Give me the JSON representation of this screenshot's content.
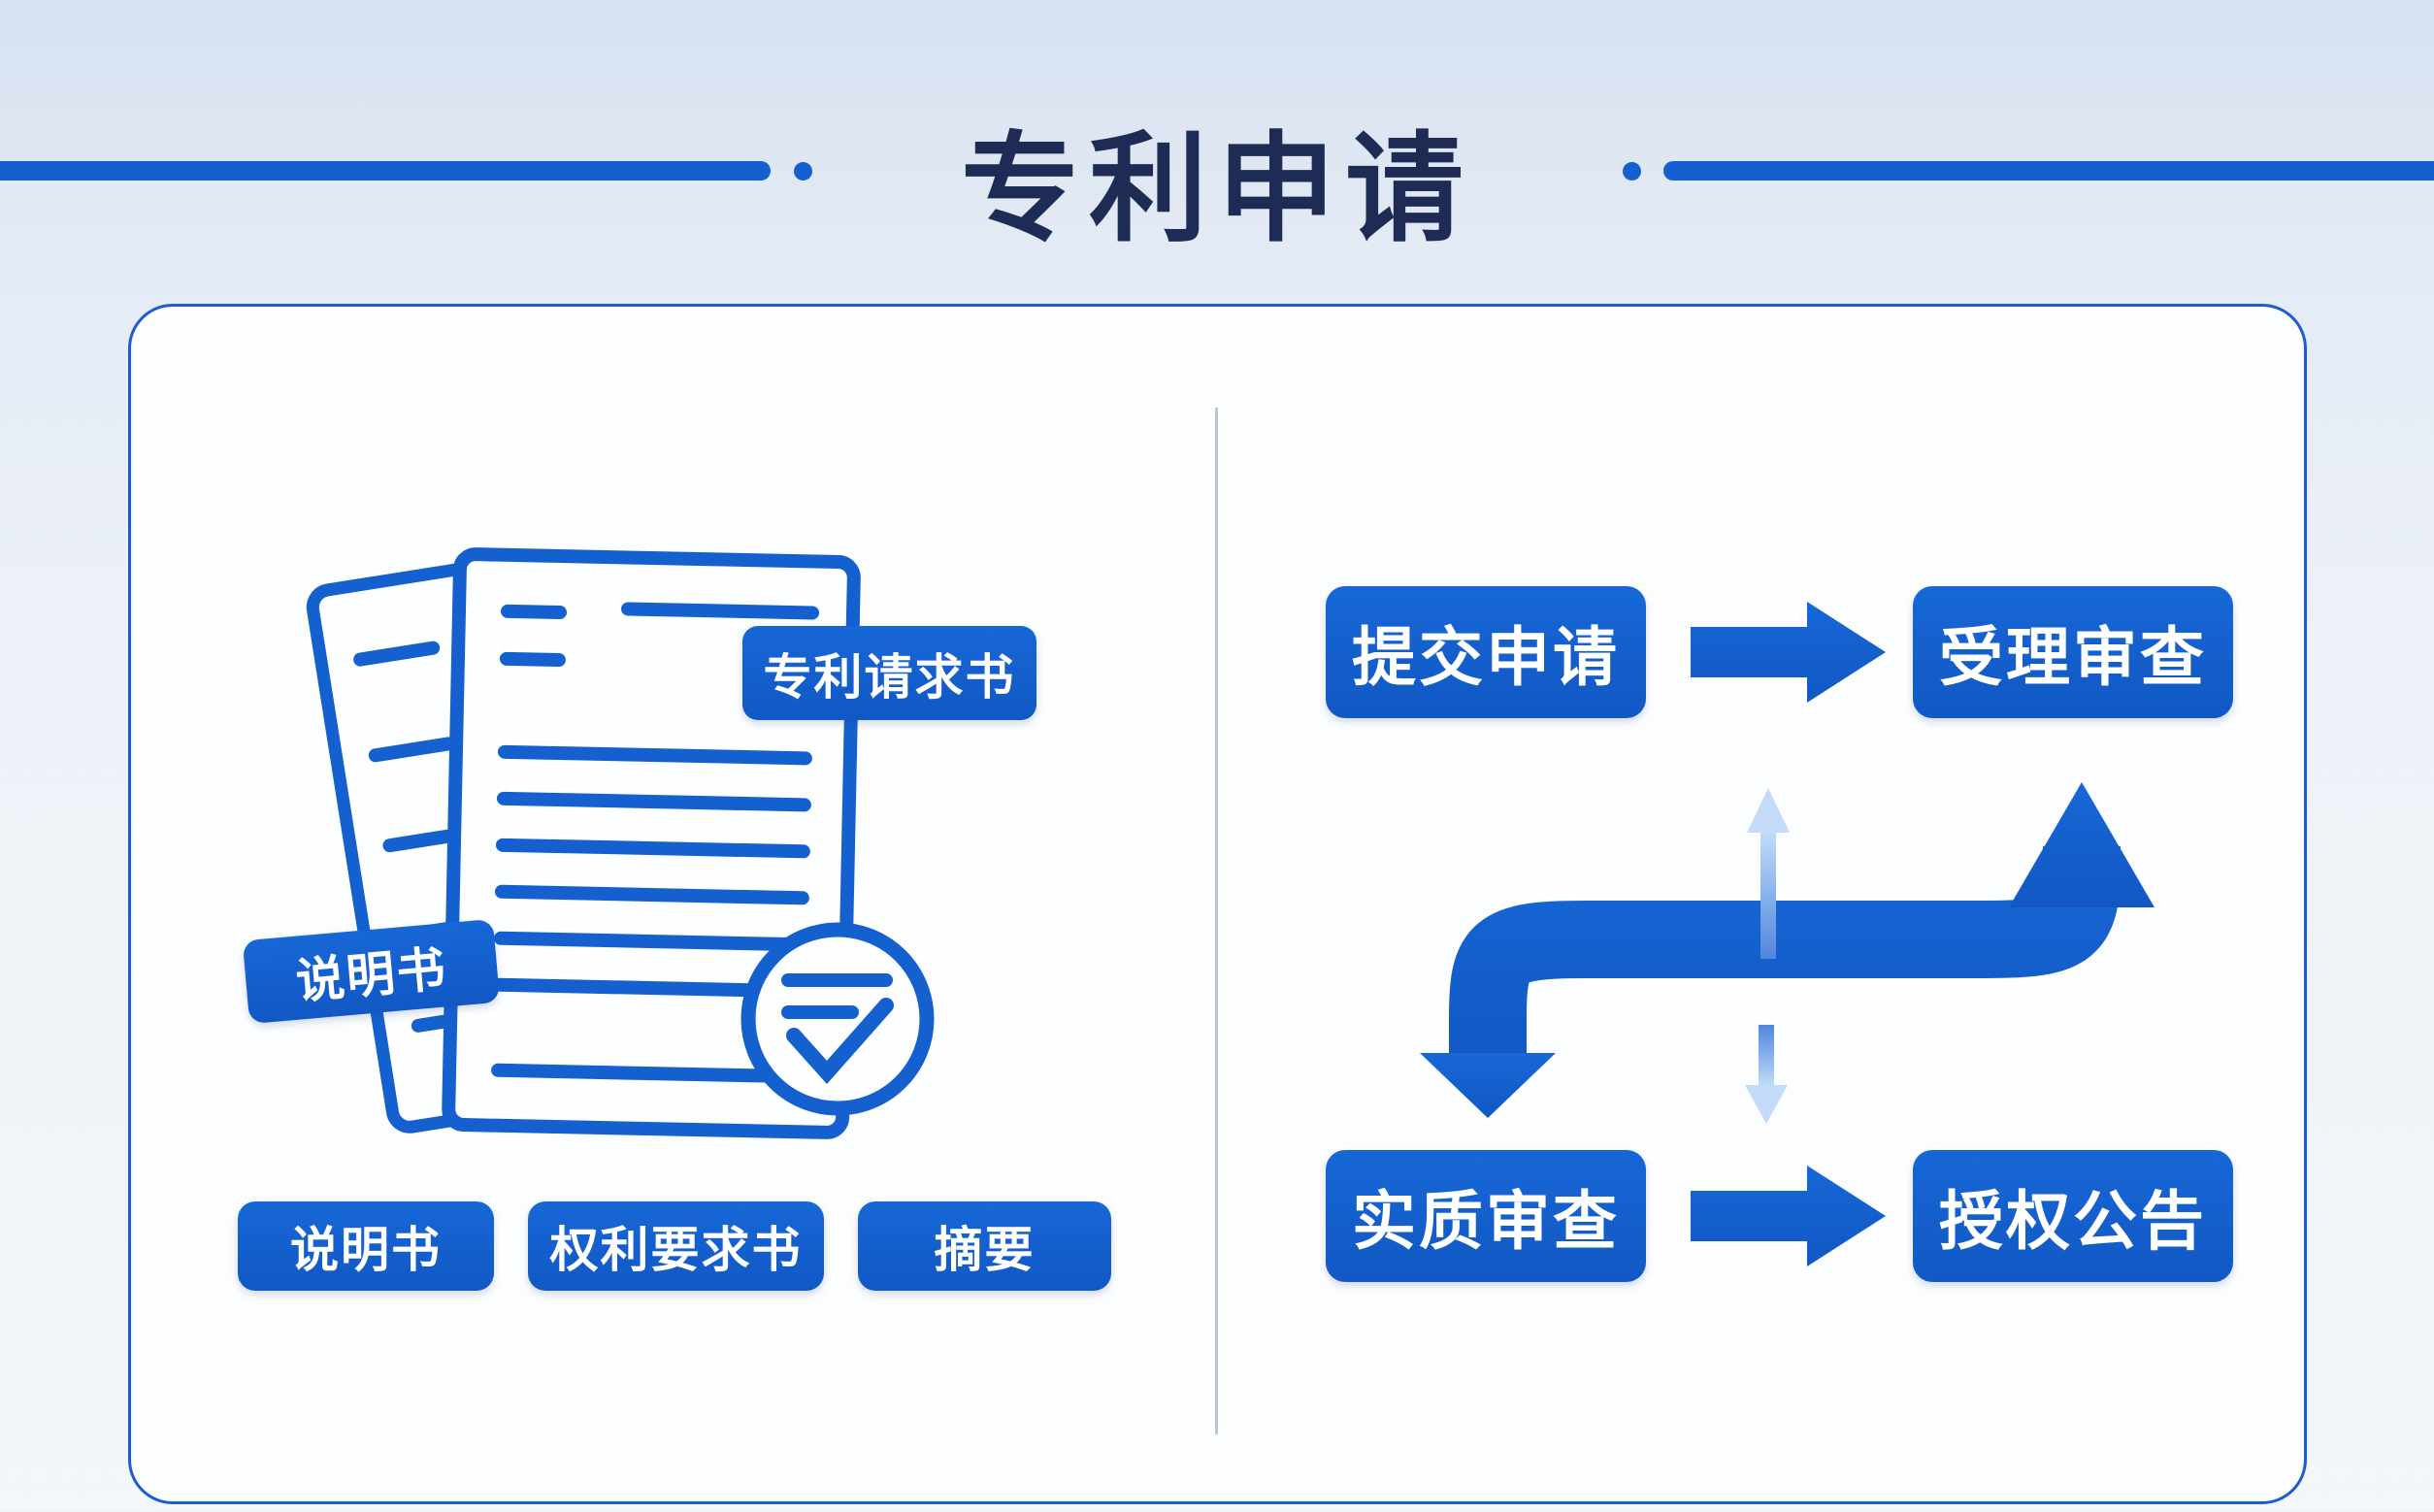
{
  "title": "专利申请",
  "colors": {
    "primary_blue": "#155fce",
    "title_navy": "#1e2b55",
    "border_blue": "#1c5bd3",
    "divider_grey": "#b9c5da",
    "gradient_arrow_tail": "#4f87de",
    "gradient_arrow_tip": "#c3dbf7"
  },
  "left_panel": {
    "document_tag": "专利请求书",
    "document_side_tag": "说明书",
    "component_labels": [
      "说明书",
      "权利要求书",
      "摘要"
    ]
  },
  "right_panel": {
    "steps": [
      {
        "label": "提交申请"
      },
      {
        "label": "受理审查"
      },
      {
        "label": "实质审查"
      },
      {
        "label": "授权公告"
      }
    ]
  }
}
